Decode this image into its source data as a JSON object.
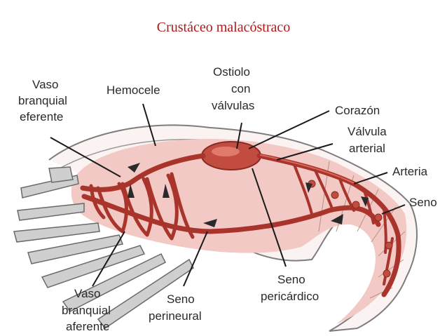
{
  "title": "Crustáceo malacóstraco",
  "labels": {
    "vaso_branquial_eferente": [
      "Vaso",
      "branquial",
      "eferente"
    ],
    "hemocele": "Hemocele",
    "ostiolo": [
      "Ostiolo",
      "con",
      "válvulas"
    ],
    "corazon": "Corazón",
    "valvula_arterial": [
      "Válvula",
      "arterial"
    ],
    "arteria": "Arteria",
    "seno": "Seno",
    "vaso_branquial_aferente": [
      "Vaso",
      "branquial",
      "aferente"
    ],
    "seno_perineural": [
      "Seno",
      "perineural"
    ],
    "seno_pericardico": [
      "Seno",
      "pericárdico"
    ]
  },
  "colors": {
    "title": "#b01a1a",
    "body_fill": "#f2c9c4",
    "vessel": "#a9342c"
  }
}
